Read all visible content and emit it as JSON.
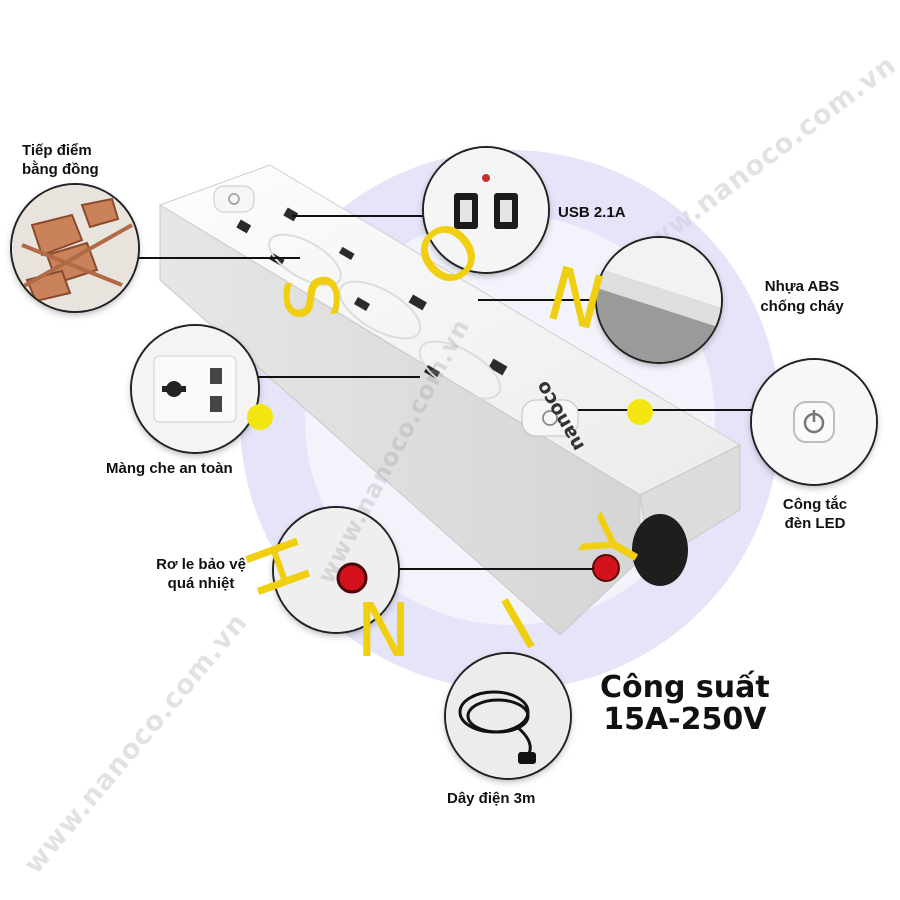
{
  "labels": {
    "copper_contacts": [
      "Tiếp điểm",
      "bằng đồng"
    ],
    "usb": "USB 2.1A",
    "abs_plastic": [
      "Nhựa ABS",
      "chống cháy"
    ],
    "safety_shutter": "Màng che an toàn",
    "led_switch": [
      "Công tắc",
      "đèn LED"
    ],
    "thermal_relay": [
      "Rơ le bảo vệ",
      "quá nhiệt"
    ],
    "cable": "Dây điện 3m"
  },
  "power_rating": [
    "Công suất",
    "15A-250V"
  ],
  "brand": "nanoco",
  "watermark_text": "www.nanoco.com.vn",
  "overlay_letters": [
    "S",
    "O",
    "N",
    "H",
    "N",
    "I",
    "Y"
  ],
  "colors": {
    "accent_yellow": "#f3e510",
    "overlay_circle": "#c9c6f2",
    "red_button": "#d4121b"
  }
}
